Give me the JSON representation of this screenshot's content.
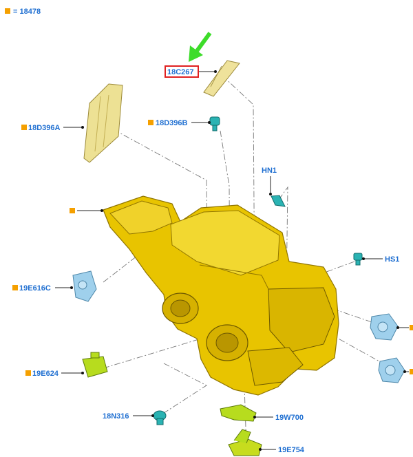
{
  "legend": {
    "text": "= 18478"
  },
  "labels": {
    "p18C267": "18C267",
    "p18D396A": "18D396A",
    "p18D396B": "18D396B",
    "pHN1": "HN1",
    "pHS1": "HS1",
    "p19E616C": "19E616C",
    "p19E624": "19E624",
    "p18N316": "18N316",
    "p19W700": "19W700",
    "p19E754": "19E754"
  },
  "colors": {
    "label_text": "#1f6fd1",
    "marker": "#f5a000",
    "highlight_box": "#e02020",
    "arrow": "#3ddc2a",
    "housing": "#e8c400",
    "actuator_blue": "#9fd0ec",
    "bracket_green": "#b7dc1e",
    "clip_teal": "#2ab3b3"
  }
}
